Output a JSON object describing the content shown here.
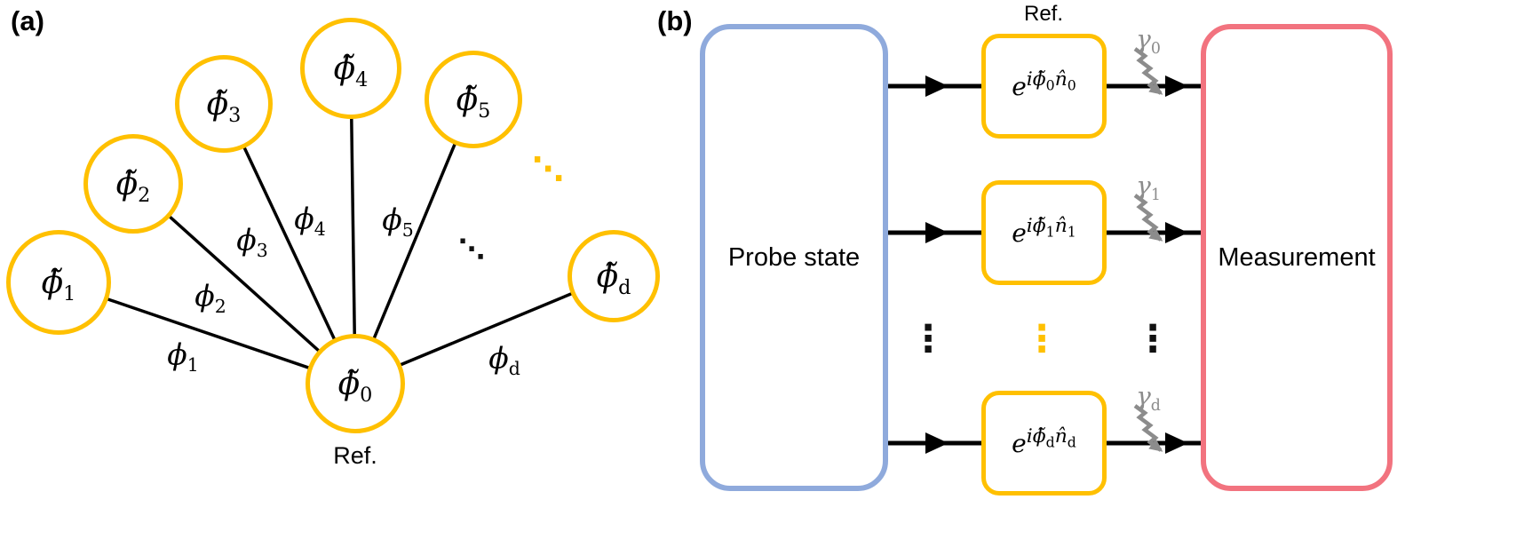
{
  "colors": {
    "accent_orange": "#FFC000",
    "probe_blue": "#8FAADC",
    "measurement_red": "#F2737F",
    "loss_gray": "#8C8C8C",
    "line_black": "#000000"
  },
  "panel_a": {
    "label": "(a)",
    "ref_label": "Ref.",
    "nodes": {
      "n0": {
        "base": "ϕ̃",
        "sub": "0"
      },
      "n1": {
        "base": "ϕ̃",
        "sub": "1"
      },
      "n2": {
        "base": "ϕ̃",
        "sub": "2"
      },
      "n3": {
        "base": "ϕ̃",
        "sub": "3"
      },
      "n4": {
        "base": "ϕ̃",
        "sub": "4"
      },
      "n5": {
        "base": "ϕ̃",
        "sub": "5"
      },
      "nd": {
        "base": "ϕ̃",
        "sub": "d"
      }
    },
    "edges": {
      "e1": {
        "base": "ϕ",
        "sub": "1"
      },
      "e2": {
        "base": "ϕ",
        "sub": "2"
      },
      "e3": {
        "base": "ϕ",
        "sub": "3"
      },
      "e4": {
        "base": "ϕ",
        "sub": "4"
      },
      "e5": {
        "base": "ϕ",
        "sub": "5"
      },
      "ed": {
        "base": "ϕ",
        "sub": "d"
      }
    },
    "ellipsis_diagonal": "⋱"
  },
  "panel_b": {
    "label": "(b)",
    "ref_label": "Ref.",
    "probe_label": "Probe state",
    "measurement_label": "Measurement",
    "gates": {
      "g0": {
        "base": "e",
        "exp": "iϕ̃",
        "phase_sub": "0",
        "n_hat": "n̂",
        "mode_sub": "0"
      },
      "g1": {
        "base": "e",
        "exp": "iϕ̃",
        "phase_sub": "1",
        "n_hat": "n̂",
        "mode_sub": "1"
      },
      "gd": {
        "base": "e",
        "exp": "iϕ̃",
        "phase_sub": "d",
        "n_hat": "n̂",
        "mode_sub": "d"
      }
    },
    "losses": {
      "l0": {
        "symbol": "γ",
        "sub": "0"
      },
      "l1": {
        "symbol": "γ",
        "sub": "1"
      },
      "ld": {
        "symbol": "γ",
        "sub": "d"
      }
    },
    "ellipsis_vertical": "⋮"
  }
}
